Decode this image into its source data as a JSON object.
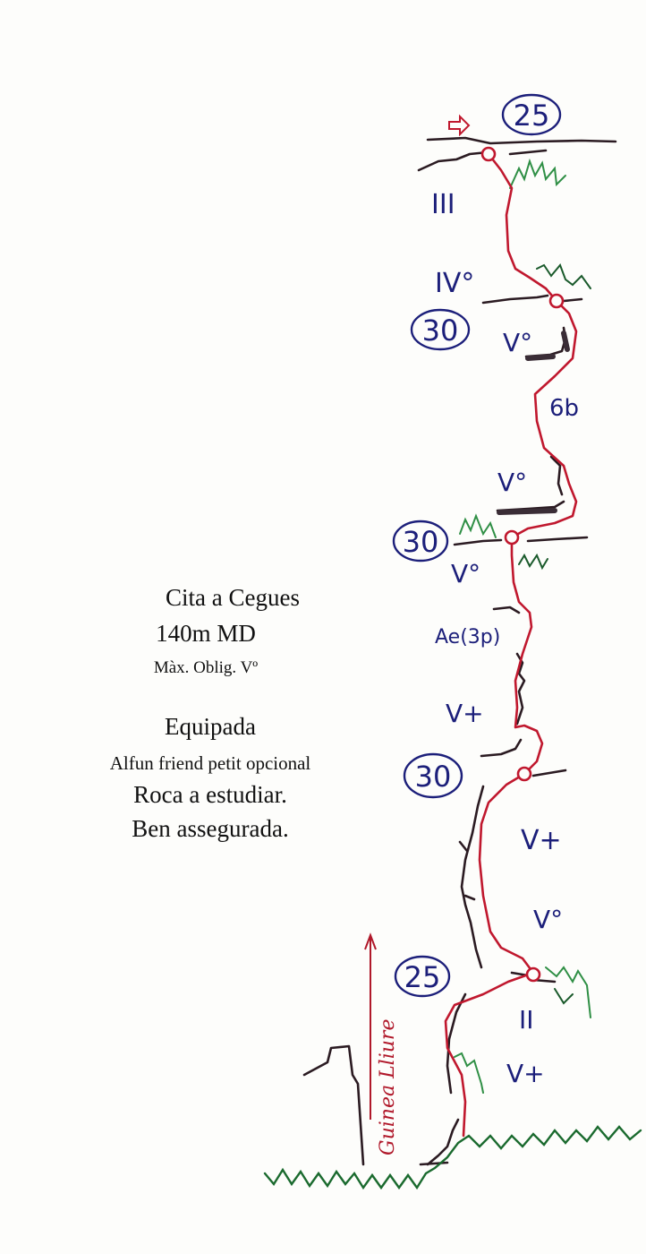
{
  "info": {
    "name": "Cita a Cegues",
    "length_grade": "140m MD",
    "max_obligatory": "Màx. Oblig. Vº",
    "equipment": "Equipada",
    "gear_note": "Alfun friend petit opcional",
    "rock_note": "Roca a estudiar.",
    "protection_note": "Ben assegurada."
  },
  "route": {
    "pitch_lengths": [
      "25",
      "30",
      "30",
      "30",
      "25"
    ],
    "grades": [
      "III",
      "IV°",
      "V°",
      "6b",
      "V°",
      "V°",
      "Ae(3p)",
      "V+",
      "V+",
      "V°",
      "II",
      "V+"
    ],
    "start_label": "Guinea Lliure",
    "colors": {
      "route": "#c0182e",
      "rock": "#2b1b22",
      "grass_dark": "#1a5a2b",
      "grass_light": "#2f8f45",
      "ink": "#1c1f7a"
    }
  }
}
